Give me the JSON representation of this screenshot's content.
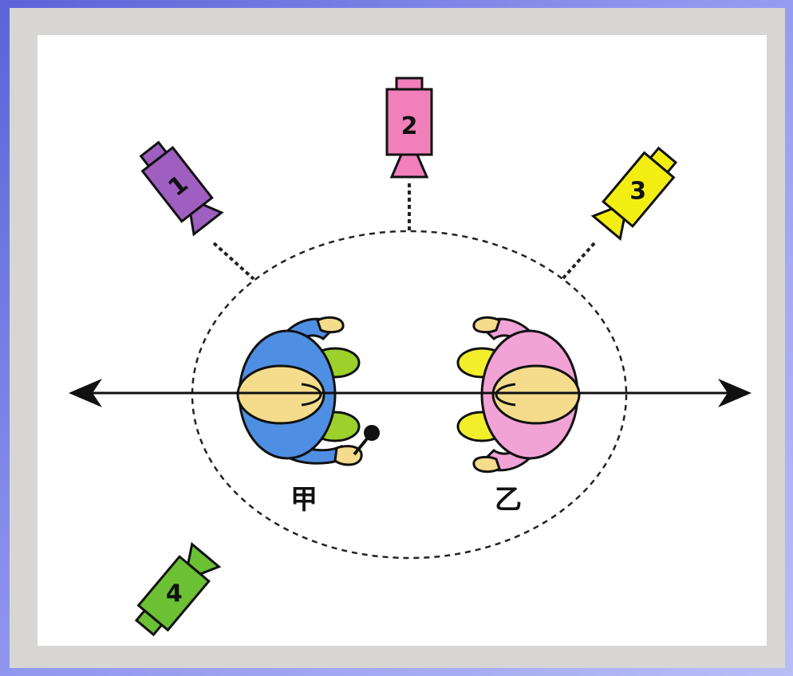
{
  "diagram": {
    "person_left": {
      "label": "甲",
      "body_color": "#4f8fe3",
      "hand_color": "#f4dc8c",
      "shoulder_color": "#9bd12a"
    },
    "person_right": {
      "label": "乙",
      "body_color": "#f2a3d5",
      "hand_color": "#f4dc8c",
      "shoulder_color": "#f2ee2c"
    },
    "cameras": [
      {
        "number": "1",
        "color": "#9f5fc0"
      },
      {
        "number": "2",
        "color": "#f07fba"
      },
      {
        "number": "3",
        "color": "#f3ee12"
      },
      {
        "number": "4",
        "color": "#6cc034"
      }
    ],
    "axis_line": "double-arrow",
    "stage_outline": "dashed-circle"
  }
}
